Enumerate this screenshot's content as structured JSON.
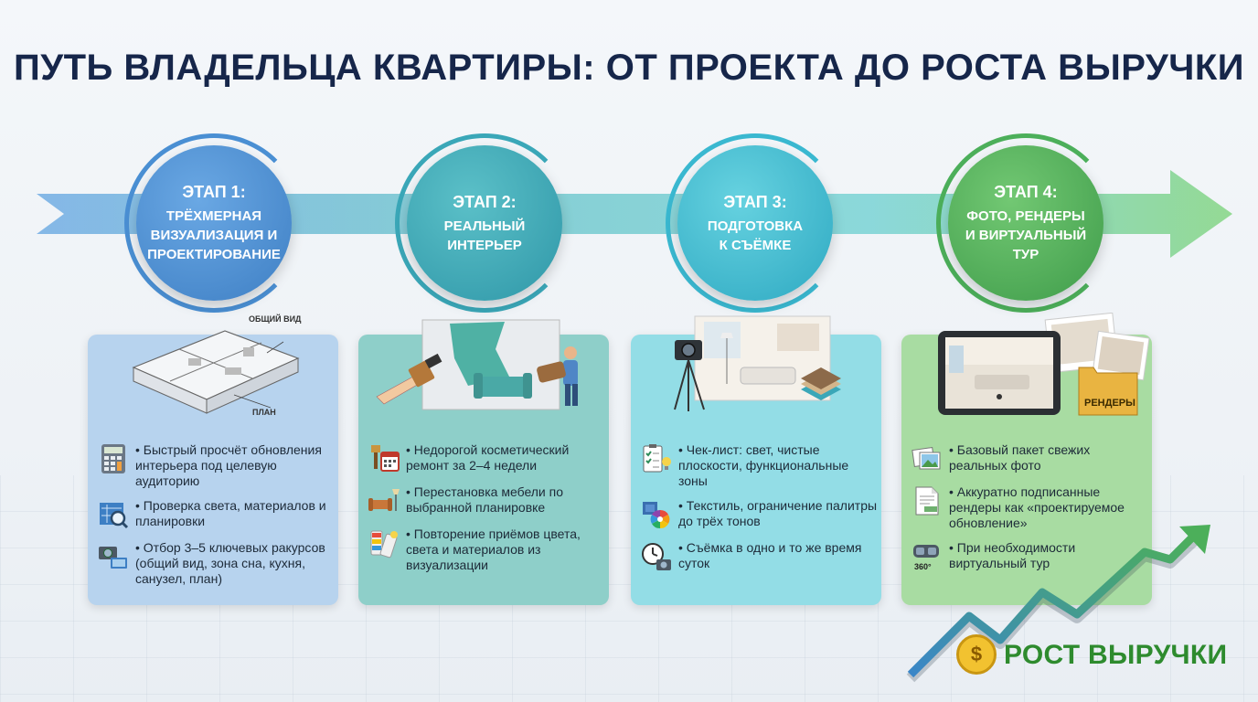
{
  "title": "ПУТЬ ВЛАДЕЛЬЦА КВАРТИРЫ: ОТ ПРОЕКТА ДО РОСТА ВЫРУЧКИ",
  "colors": {
    "stage1": "#4a8fd3",
    "stage2": "#3aa7b8",
    "stage3": "#3ab8d0",
    "stage4": "#4caf5a",
    "card1": "#b7d3ee",
    "card2": "#8ecfc9",
    "card3": "#93dde6",
    "card4": "#a8dca2",
    "title": "#16264a",
    "growth": "#2e8b2e"
  },
  "stages": [
    {
      "num": "ЭТАП 1:",
      "name_lines": [
        "ТРЁХМЕРНАЯ",
        "ВИЗУАЛИЗАЦИЯ И",
        "ПРОЕКТИРОВАНИЕ"
      ],
      "illus_labels": [
        "ОБЩИЙ ВИД",
        "ПЛАН"
      ],
      "items": [
        {
          "icon": "calculator-icon",
          "text": "Быстрый просчёт обновления интерьера под целевую аудиторию"
        },
        {
          "icon": "blueprint-magnifier-icon",
          "text": "Проверка света, материалов и планировки"
        },
        {
          "icon": "camera-screen-icon",
          "text": "Отбор 3–5 ключевых ракурсов (общий вид, зона сна, кухня, санузел, план)"
        }
      ]
    },
    {
      "num": "ЭТАП 2:",
      "name_lines": [
        "РЕАЛЬНЫЙ",
        "ИНТЕРЬЕР"
      ],
      "items": [
        {
          "icon": "brush-calendar-icon",
          "text": "Недорогой косметический ремонт за 2–4 недели"
        },
        {
          "icon": "sofa-lamp-icon",
          "text": "Перестановка мебели по выбранной планировке"
        },
        {
          "icon": "palette-swatches-icon",
          "text": "Повторение приёмов цвета, света и материалов из визуализации"
        }
      ]
    },
    {
      "num": "ЭТАП 3:",
      "name_lines": [
        "ПОДГОТОВКА",
        "К СЪЁМКЕ"
      ],
      "items": [
        {
          "icon": "checklist-bulb-icon",
          "text": "Чек-лист: свет, чистые плоскости, функциональные зоны"
        },
        {
          "icon": "textile-color-wheel-icon",
          "text": "Текстиль, ограничение палитры до трёх тонов"
        },
        {
          "icon": "clock-camera-icon",
          "text": "Съёмка в одно и то же время суток"
        }
      ]
    },
    {
      "num": "ЭТАП 4:",
      "name_lines": [
        "ФОТО, РЕНДЕРЫ",
        "И ВИРТУАЛЬНЫЙ",
        "ТУР"
      ],
      "illus_labels": [
        "РЕНДЕРЫ"
      ],
      "items": [
        {
          "icon": "photos-icon",
          "text": "Базовый пакет свежих реальных фото"
        },
        {
          "icon": "document-signed-icon",
          "text": "Аккуратно подписанные рендеры как «проектируемое обновление»"
        },
        {
          "icon": "vr-360-icon",
          "text": "При необходимости виртуальный тур"
        }
      ],
      "vr_label": "360°"
    }
  ],
  "growth": {
    "label": "РОСТ ВЫРУЧКИ",
    "badge": "$"
  }
}
